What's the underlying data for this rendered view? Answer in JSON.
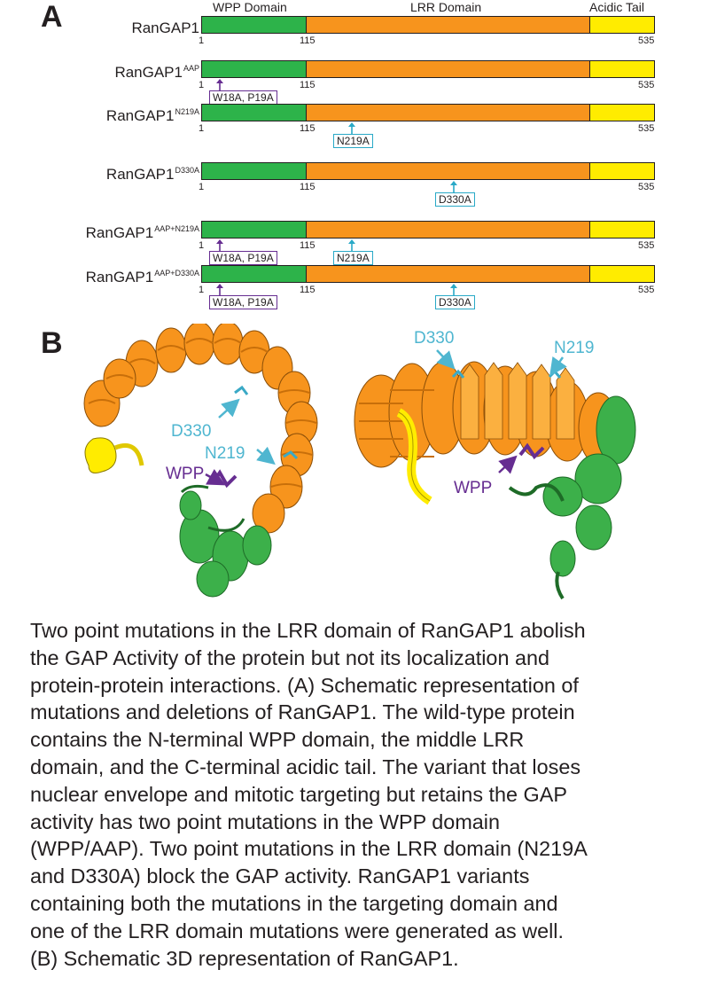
{
  "panel_a": {
    "letter": "A",
    "domain_headers": {
      "wpp": "WPP Domain",
      "lrr": "LRR Domain",
      "acidic": "Acidic Tail"
    },
    "positions": {
      "start": "1",
      "boundary": "115",
      "end": "535"
    },
    "constructs": [
      {
        "base": "RanGAP1",
        "superscript": "",
        "mutations": []
      },
      {
        "base": "RanGAP1",
        "superscript": "AAP",
        "mutations": [
          "W18A, P19A"
        ]
      },
      {
        "base": "RanGAP1",
        "superscript": "N219A",
        "mutations": [
          "N219A"
        ]
      },
      {
        "base": "RanGAP1",
        "superscript": "D330A",
        "mutations": [
          "D330A"
        ]
      },
      {
        "base": "RanGAP1",
        "superscript": "AAP+N219A",
        "mutations": [
          "W18A, P19A",
          "N219A"
        ]
      },
      {
        "base": "RanGAP1",
        "superscript": "AAP+D330A",
        "mutations": [
          "W18A, P19A",
          "D330A"
        ]
      }
    ],
    "colors": {
      "wpp": "#2db34a",
      "lrr": "#f7941d",
      "acidic": "#ffec00",
      "wpp_mut": "#662d91",
      "lrr_mut": "#29a9c7"
    }
  },
  "panel_b": {
    "letter": "B",
    "labels": {
      "d330": "D330",
      "n219": "N219",
      "wpp": "WPP"
    }
  },
  "caption": {
    "lines": [
      "Two point mutations in the LRR domain of RanGAP1 abolish",
      "the GAP Activity of the protein but not its localization and",
      "protein-protein interactions. (A) Schematic representation of",
      "mutations and deletions of RanGAP1. The wild-type protein",
      "contains the N-terminal WPP domain, the middle LRR",
      "domain, and the C-terminal acidic tail. The variant that loses",
      "nuclear envelope and mitotic targeting but retains the GAP",
      "activity has two point mutations in the WPP domain",
      "(WPP/AAP). Two point mutations in the LRR domain (N219A",
      "and D330A) block the GAP activity. RanGAP1 variants",
      "containing both the mutations in the targeting domain and",
      "one of the LRR domain mutations were generated as well.",
      "(B) Schematic 3D representation of RanGAP1."
    ]
  }
}
